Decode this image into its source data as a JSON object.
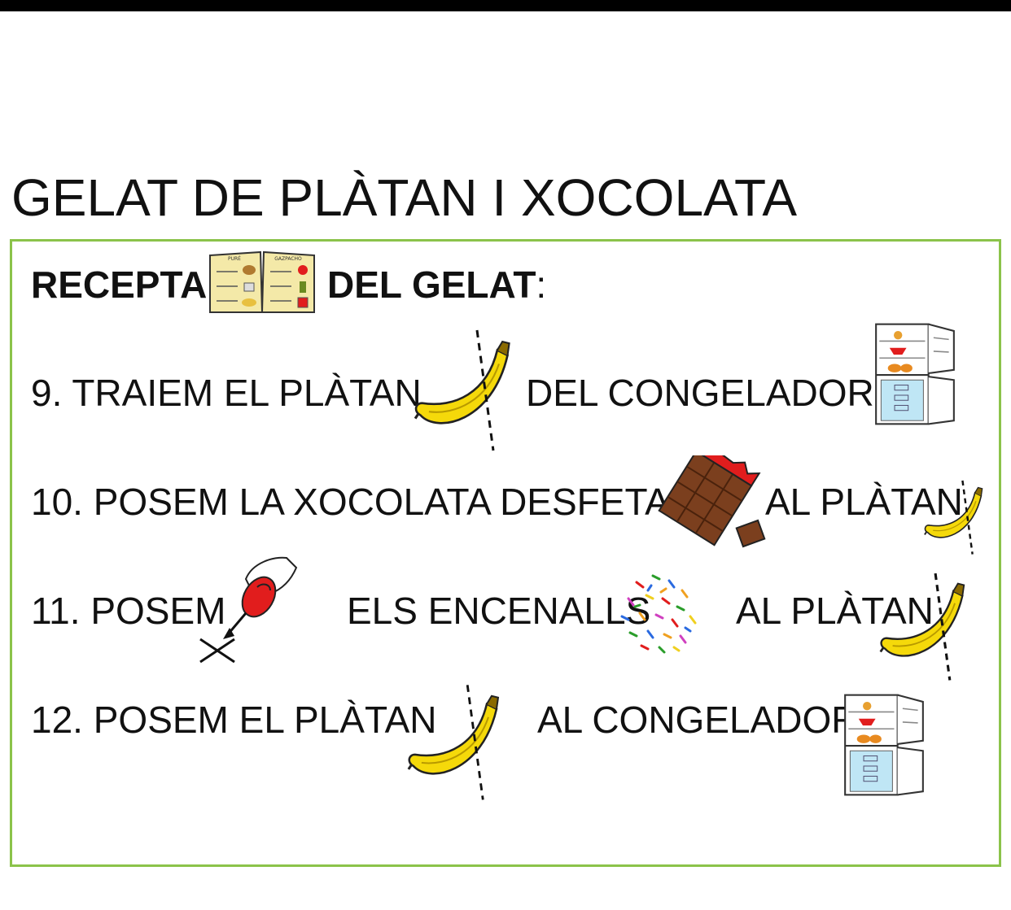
{
  "title": "GELAT DE PLÀTAN I XOCOLATA",
  "recipe": {
    "heading_start": "RECEPTA",
    "heading_end": "DEL GELAT",
    "heading_colon": ":",
    "book": {
      "left_page": "PURÉ",
      "right_page": "GAZPACHO"
    }
  },
  "steps": [
    {
      "number": "9.",
      "text_a": "TRAIEM EL PLÀTAN",
      "text_b": "DEL CONGELADOR"
    },
    {
      "number": "10.",
      "text_a": "POSEM LA XOCOLATA DESFETA",
      "text_b": "AL PLÀTAN"
    },
    {
      "number": "11.",
      "text_a": "POSEM",
      "text_b": "ELS ENCENALLS",
      "text_c": "AL PLÀTAN"
    },
    {
      "number": "12.",
      "text_a": "POSEM EL PLÀTAN",
      "text_b": "AL CONGELADOR"
    }
  ],
  "colors": {
    "border": "#8bc34a",
    "banana": "#f5d90a",
    "chocolate": "#7b3f1e",
    "wrapper": "#e11d1d",
    "freezer": "#bfe6f5"
  }
}
